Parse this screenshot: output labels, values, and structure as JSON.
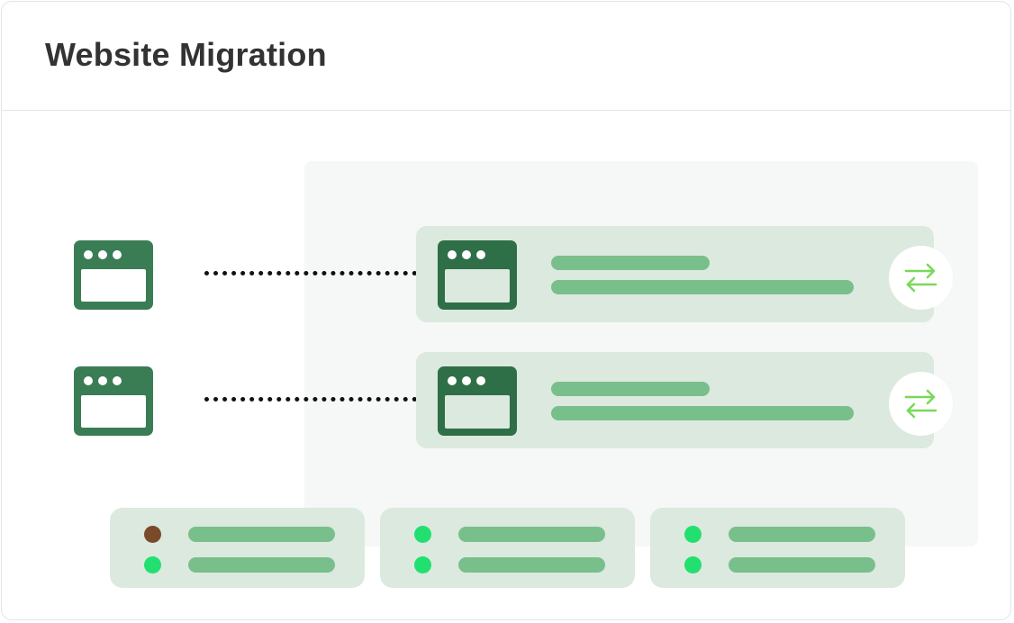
{
  "header": {
    "title": "Website Migration"
  },
  "colors": {
    "source_icon": "#3a7d55",
    "target_icon": "#2f6f48",
    "row_background": "#dce9de",
    "bar": "#79bf8c",
    "sync_arrows": "#7bd85a",
    "status_ok": "#22e06f",
    "status_warn": "#7a4a2a"
  },
  "sources": [
    {
      "icon": "browser-window-icon"
    },
    {
      "icon": "browser-window-icon"
    }
  ],
  "targets": [
    {
      "icon": "browser-window-icon",
      "action_icon": "sync-arrows-icon"
    },
    {
      "icon": "browser-window-icon",
      "action_icon": "sync-arrows-icon"
    }
  ],
  "servers": [
    {
      "status": [
        "warning",
        "ok"
      ]
    },
    {
      "status": [
        "ok",
        "ok"
      ]
    },
    {
      "status": [
        "ok",
        "ok"
      ]
    }
  ]
}
